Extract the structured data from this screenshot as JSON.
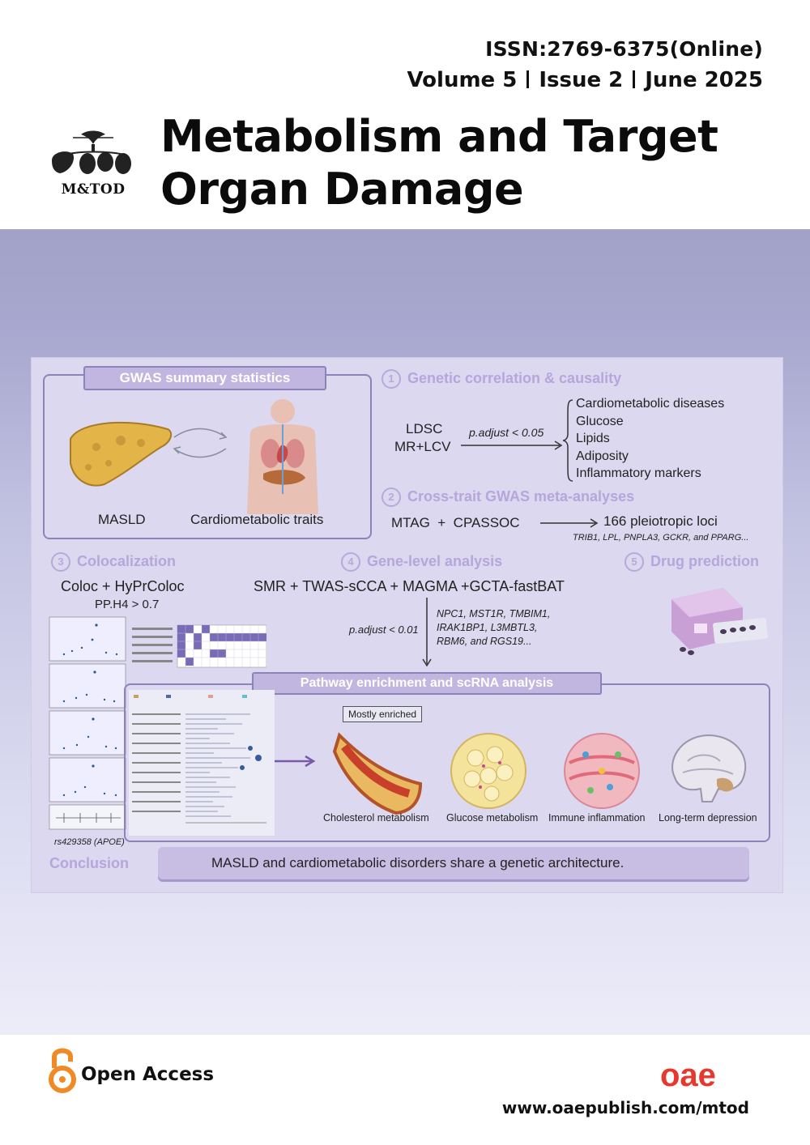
{
  "header": {
    "issn": "ISSN:2769-6375(Online)",
    "volume": "Volume 5",
    "issue": "Issue 2",
    "date": "June 2025",
    "logo_text": "M&TOD",
    "journal_title_line1": "Metabolism and Target",
    "journal_title_line2": "Organ Damage"
  },
  "abstract": {
    "gwas_tab": "GWAS summary statistics",
    "masld_label": "MASLD",
    "cardio_label": "Cardiometabolic traits",
    "sec1_num": "1",
    "sec1_title": "Genetic correlation & causality",
    "ldsc": "LDSC",
    "mr_lcv": "MR+LCV",
    "padjust_005": "p.adjust < 0.05",
    "traits": [
      "Cardiometabolic diseases",
      "Glucose",
      "Lipids",
      "Adiposity",
      "Inflammatory markers"
    ],
    "sec2_num": "2",
    "sec2_title": "Cross-trait GWAS meta-analyses",
    "mtag": "MTAG  +  CPASSOC",
    "loci": "166 pleiotropic loci",
    "loci_genes": "TRIB1, LPL, PNPLA3, GCKR, and PPARG...",
    "sec3_num": "3",
    "sec3_title": "Colocalization",
    "coloc": "Coloc + HyPrColoc",
    "pph4": "PP.H4 > 0.7",
    "sec4_num": "4",
    "sec4_title": "Gene-level analysis",
    "gene_methods": "SMR + TWAS-sCCA + MAGMA +GCTA-fastBAT",
    "padjust_001": "p.adjust < 0.01",
    "gene_list": [
      "NPC1, MST1R, TMBIM1,",
      "IRAK1BP1, L3MBTL3,",
      "RBM6, and RGS19..."
    ],
    "sec5_num": "5",
    "sec5_title": "Drug prediction",
    "pathway_tab": "Pathway enrichment and scRNA analysis",
    "mostly_enriched": "Mostly enriched",
    "panels": [
      "Cholesterol metabolism",
      "Glucose metabolism",
      "Immune inflammation",
      "Long-term depression"
    ],
    "rs_label": "rs429358 (APOE)",
    "conclusion_label": "Conclusion",
    "conclusion_text": "MASLD and cardiometabolic disorders share a genetic architecture."
  },
  "footer": {
    "open_access": "Open Access",
    "publisher_logo": "oae",
    "website": "www.oaepublish.com/mtod"
  },
  "colors": {
    "lavender": "#a2a2c8",
    "accent_purple": "#8e83b8",
    "oa_orange": "#f08a24",
    "oae_red": "#e8372c"
  }
}
